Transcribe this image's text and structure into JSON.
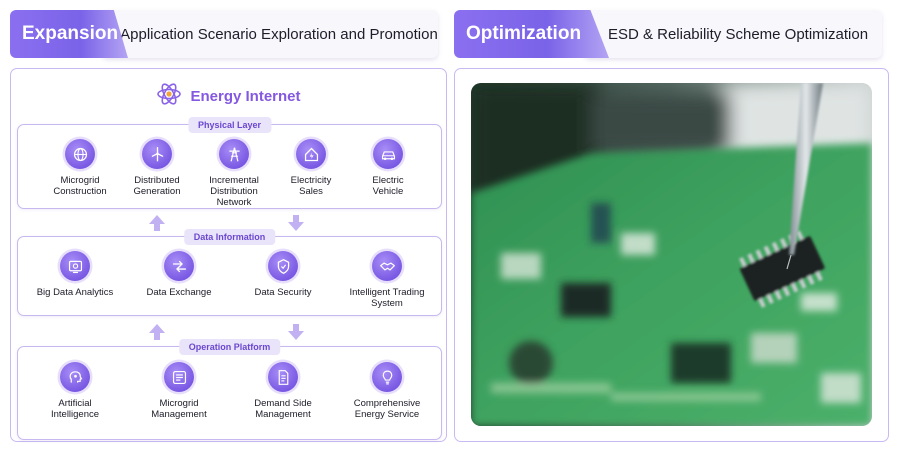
{
  "header_left": {
    "badge": "Expansion",
    "description": "Application Scenario Exploration and Promotion"
  },
  "header_right": {
    "badge": "Optimization",
    "description": "ESD & Reliability Scheme Optimization"
  },
  "energy_internet": {
    "title": "Energy Internet",
    "layers": [
      {
        "label": "Physical Layer",
        "items": [
          {
            "label": "Microgrid\nConstruction",
            "icon": "globe-icon"
          },
          {
            "label": "Distributed\nGeneration",
            "icon": "wind-turbine-icon"
          },
          {
            "label": "Incremental\nDistribution\nNetwork",
            "icon": "power-tower-icon"
          },
          {
            "label": "Electricity\nSales",
            "icon": "house-energy-icon"
          },
          {
            "label": "Electric\nVehicle",
            "icon": "electric-car-icon"
          }
        ]
      },
      {
        "label": "Data Information",
        "items": [
          {
            "label": "Big Data Analytics",
            "icon": "analytics-icon"
          },
          {
            "label": "Data Exchange",
            "icon": "exchange-icon"
          },
          {
            "label": "Data Security",
            "icon": "shield-icon"
          },
          {
            "label": "Intelligent Trading\nSystem",
            "icon": "handshake-icon"
          }
        ]
      },
      {
        "label": "Operation Platform",
        "items": [
          {
            "label": "Artificial\nIntelligence",
            "icon": "ai-head-icon"
          },
          {
            "label": "Microgrid\nManagement",
            "icon": "management-icon"
          },
          {
            "label": "Demand Side\nManagement",
            "icon": "document-icon"
          },
          {
            "label": "Comprehensive\nEnergy Service",
            "icon": "lightbulb-icon"
          }
        ]
      }
    ]
  },
  "photo": {
    "subject": "circuit-board-probe-photo"
  },
  "colors": {
    "accent": "#7c5ce6",
    "layer_border": "#c8b8f0",
    "title": "#8458e0"
  }
}
